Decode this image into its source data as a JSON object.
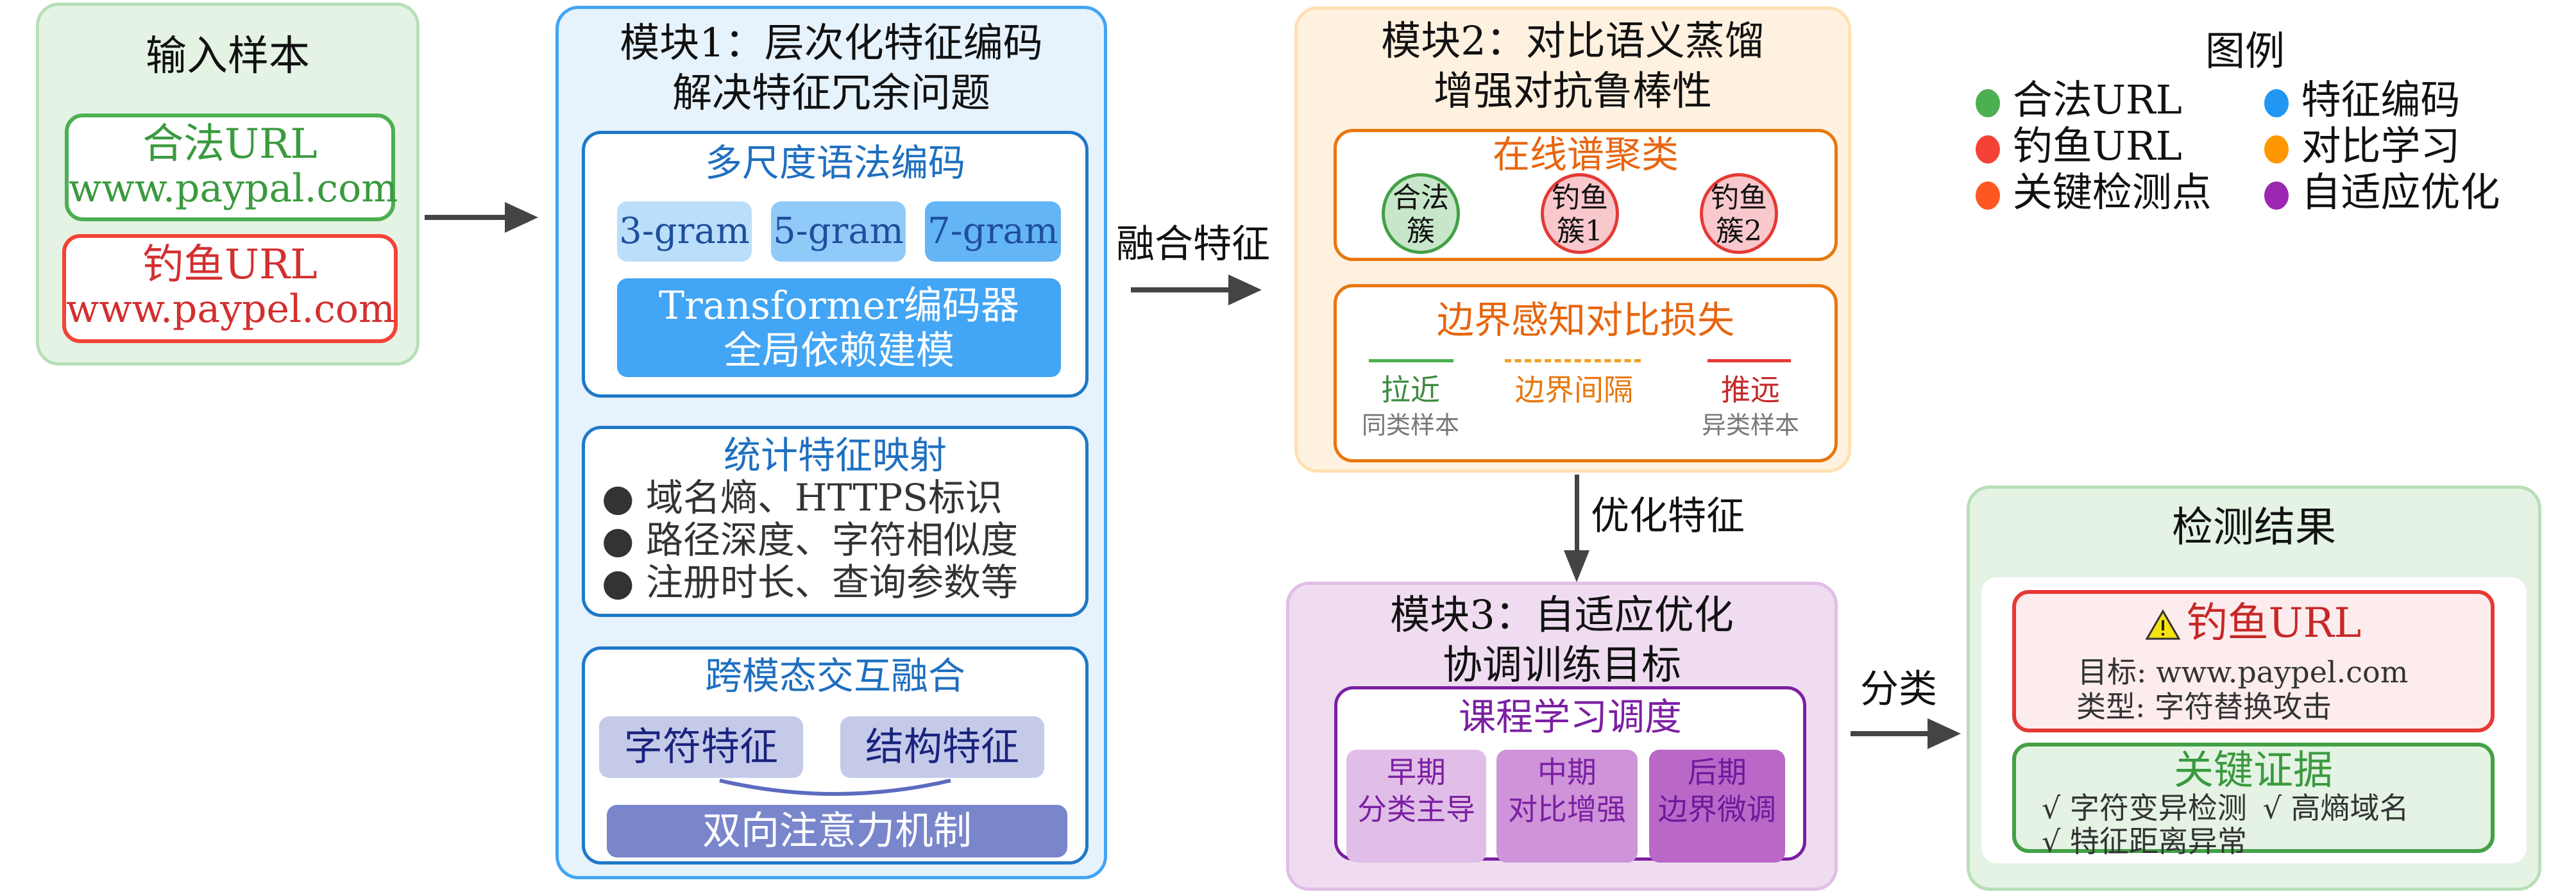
{
  "input": {
    "title": "输入样本",
    "legit": {
      "label": "合法URL",
      "url": "www.paypal.com"
    },
    "phish": {
      "label": "钓鱼URL",
      "url": "www.paypel.com"
    }
  },
  "module1": {
    "title_line1": "模块1：层次化特征编码",
    "title_line2": "解决特征冗余问题",
    "syntax": {
      "title": "多尺度语法编码",
      "grams": [
        "3-gram",
        "5-gram",
        "7-gram"
      ],
      "encoder_line1": "Transformer编码器",
      "encoder_line2": "全局依赖建模"
    },
    "stats": {
      "title": "统计特征映射",
      "items": [
        "域名熵、HTTPS标识",
        "路径深度、字符相似度",
        "注册时长、查询参数等"
      ]
    },
    "fusion": {
      "title": "跨模态交互融合",
      "left": "字符特征",
      "right": "结构特征",
      "attention": "双向注意力机制"
    }
  },
  "arrows": {
    "fused": "融合特征",
    "optimized": "优化特征",
    "classify": "分类"
  },
  "module2": {
    "title_line1": "模块2：对比语义蒸馏",
    "title_line2": "增强对抗鲁棒性",
    "clustering": {
      "title": "在线谱聚类",
      "clusters": [
        {
          "line1": "合法",
          "line2": "簇"
        },
        {
          "line1": "钓鱼",
          "line2": "簇1"
        },
        {
          "line1": "钓鱼",
          "line2": "簇2"
        }
      ]
    },
    "loss": {
      "title": "边界感知对比损失",
      "pull": {
        "label": "拉近",
        "note": "同类样本"
      },
      "margin": {
        "label": "边界间隔"
      },
      "push": {
        "label": "推远",
        "note": "异类样本"
      }
    }
  },
  "module3": {
    "title_line1": "模块3：自适应优化",
    "title_line2": "协调训练目标",
    "curriculum": {
      "title": "课程学习调度",
      "stages": [
        {
          "phase": "早期",
          "desc": "分类主导"
        },
        {
          "phase": "中期",
          "desc": "对比增强"
        },
        {
          "phase": "后期",
          "desc": "边界微调"
        }
      ]
    }
  },
  "result": {
    "title": "检测结果",
    "verdict": {
      "label": "钓鱼URL",
      "target": "目标: www.paypel.com",
      "type": "类型: 字符替换攻击"
    },
    "evidence": {
      "title": "关键证据",
      "items": [
        "√ 字符变异检测",
        "√ 高熵域名",
        "√ 特征距离异常"
      ]
    }
  },
  "legend": {
    "title": "图例",
    "items": [
      {
        "label": "合法URL",
        "color": "#4caf50"
      },
      {
        "label": "特征编码",
        "color": "#2196f3"
      },
      {
        "label": "钓鱼URL",
        "color": "#f44336"
      },
      {
        "label": "对比学习",
        "color": "#ff9800"
      },
      {
        "label": "关键检测点",
        "color": "#ff5722"
      },
      {
        "label": "自适应优化",
        "color": "#9c27b0"
      }
    ]
  }
}
